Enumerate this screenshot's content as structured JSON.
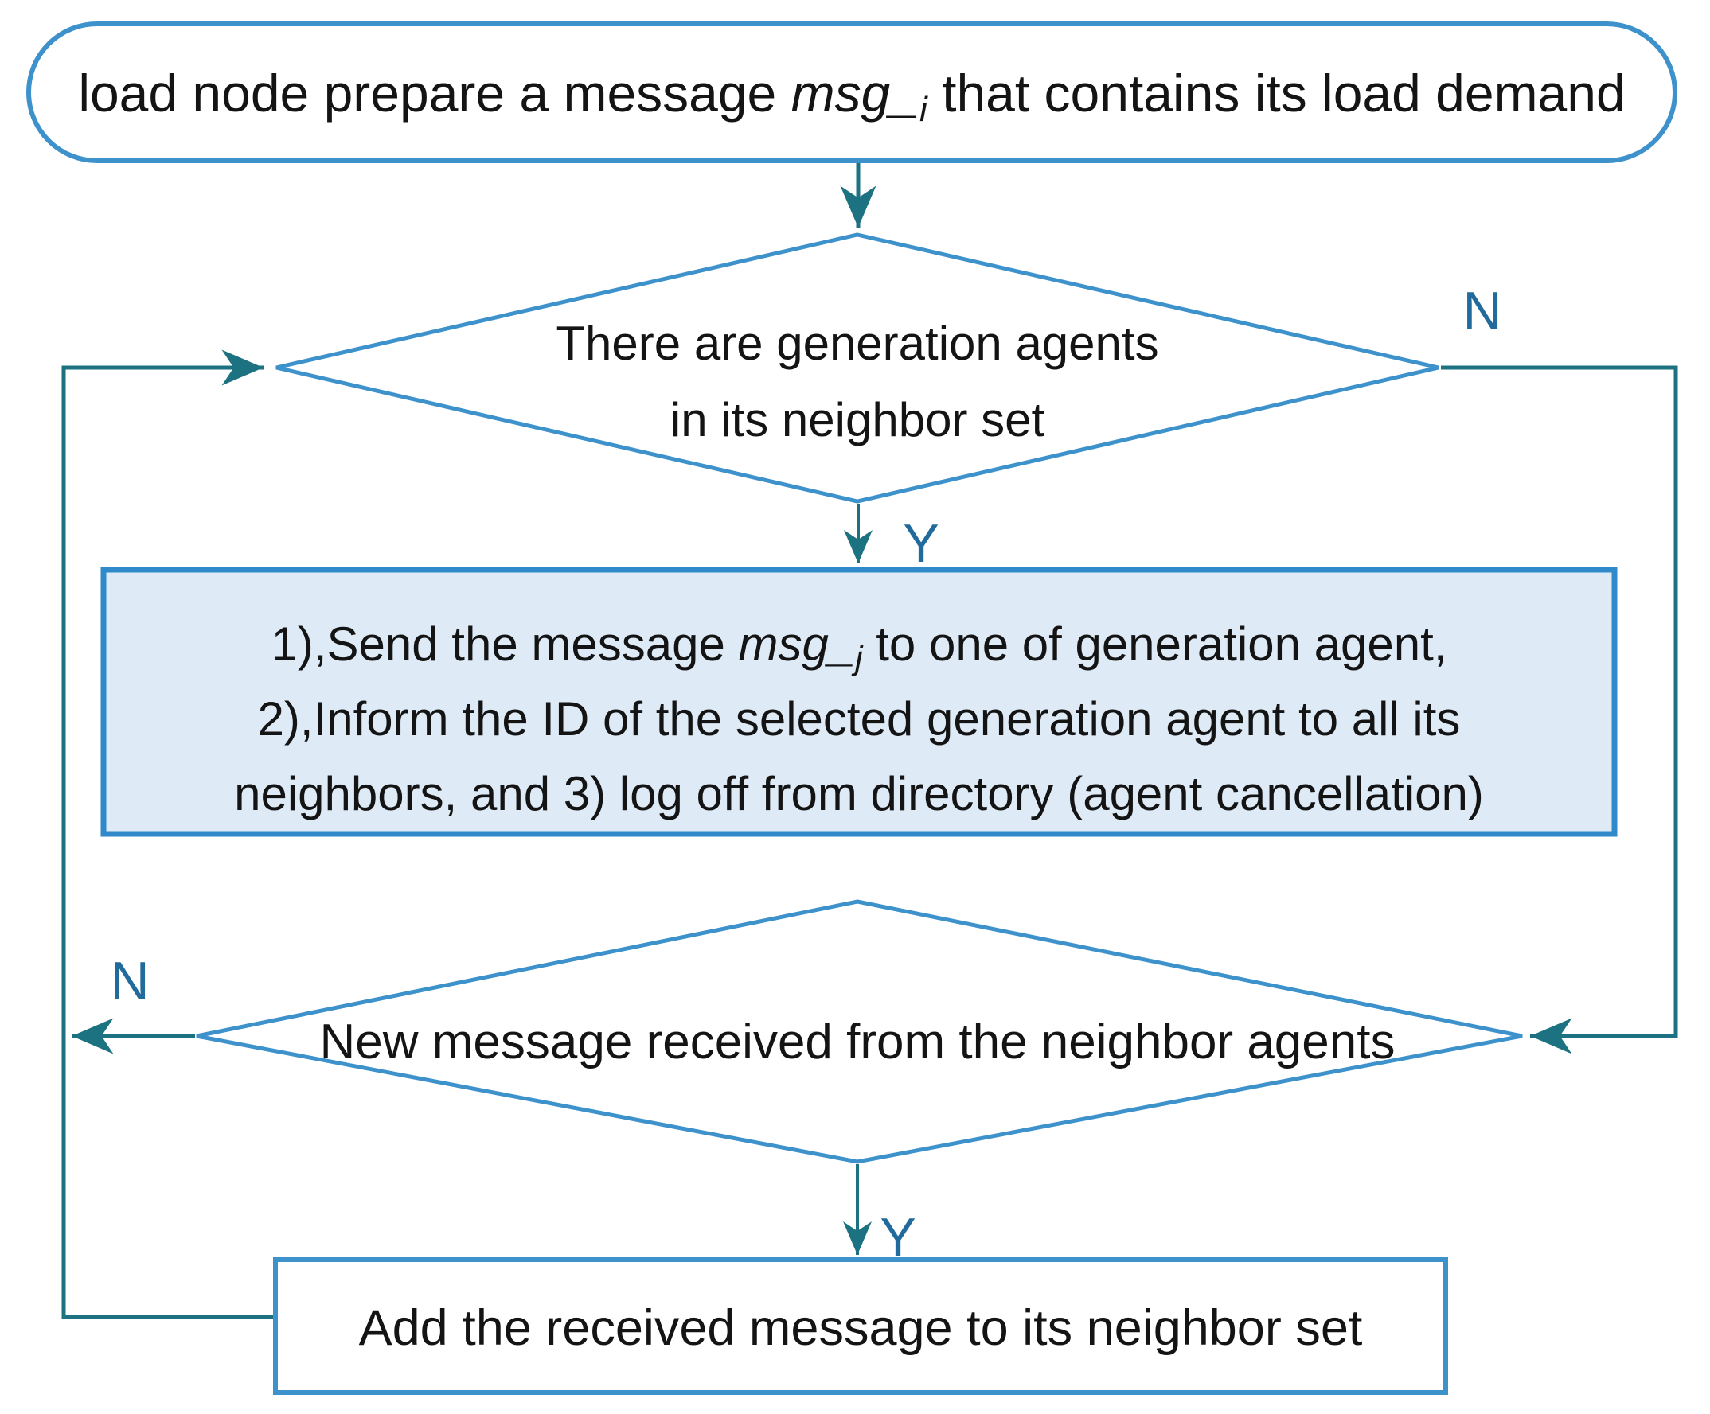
{
  "flowchart": {
    "start": {
      "prefix": "load node prepare a message ",
      "var": "msg_",
      "sub": "i",
      "suffix": " that contains its load demand"
    },
    "decision1": {
      "line1": "There are generation agents",
      "line2": "in its neighbor set",
      "no_label": "N",
      "yes_label": "Y"
    },
    "process": {
      "line1_prefix": "1),Send the message ",
      "line1_var": "msg_",
      "line1_sub": "j",
      "line1_suffix": " to one of generation agent,",
      "line2": "2),Inform the ID of the selected generation agent to all its",
      "line3": "neighbors, and 3) log off from directory (agent cancellation)"
    },
    "decision2": {
      "text": "New message received from the neighbor agents",
      "no_label": "N",
      "yes_label": "Y"
    },
    "result": {
      "text": "Add the received message to its neighbor set"
    },
    "colors": {
      "shape_stroke": "#3e92cc",
      "process_fill": "#deebf7",
      "process_stroke": "#3089c8",
      "connector": "#1d7282",
      "branch_label": "#216a9c",
      "text": "#141414"
    }
  }
}
